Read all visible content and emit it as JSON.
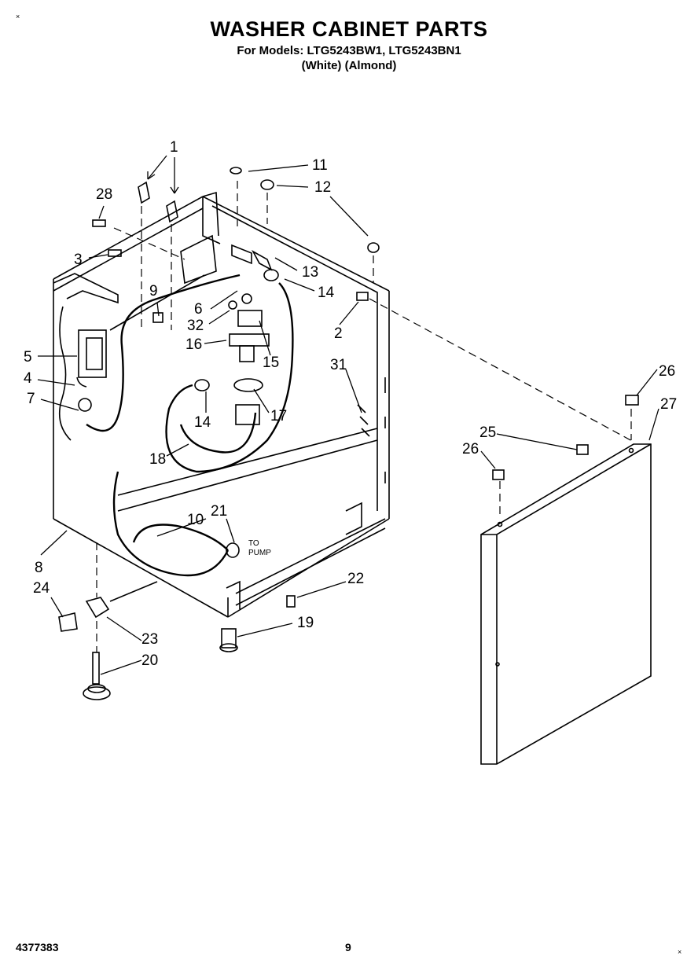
{
  "header": {
    "title": "WASHER CABINET PARTS",
    "models": "For Models: LTG5243BW1, LTG5243BN1",
    "colors": "(White)    (Almond)"
  },
  "diagram": {
    "callouts": [
      "1",
      "1",
      "28",
      "3",
      "9",
      "6",
      "32",
      "16",
      "5",
      "4",
      "7",
      "11",
      "12",
      "13",
      "14",
      "2",
      "15",
      "31",
      "14",
      "17",
      "18",
      "10",
      "21",
      "8",
      "24",
      "22",
      "19",
      "23",
      "20",
      "26",
      "27",
      "25",
      "26"
    ],
    "note": [
      "TO",
      "PUMP"
    ]
  },
  "footer": {
    "doc_number": "4377383",
    "page_number": "9"
  }
}
